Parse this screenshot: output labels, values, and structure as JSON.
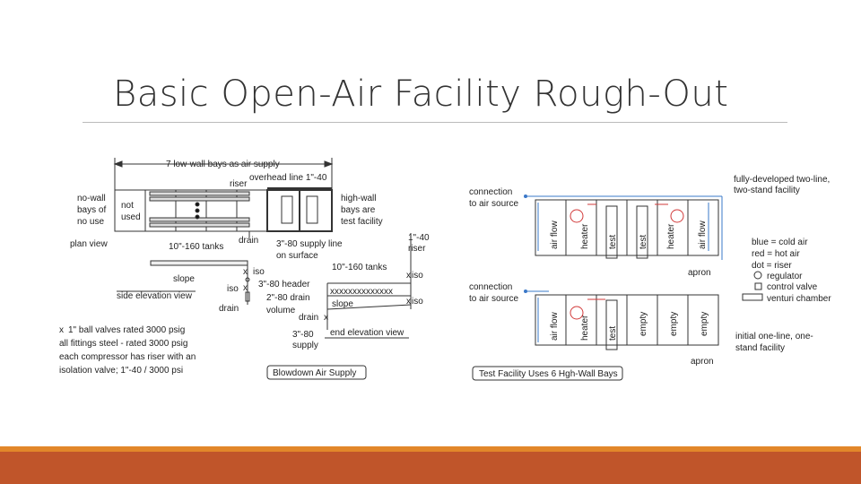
{
  "slide": {
    "title": "Basic Open-Air Facility Rough-Out"
  },
  "left_diagram": {
    "top_dimension": "7 low-wall bays as air supply",
    "riser": "riser",
    "overhead_line": "overhead line 1\"-40",
    "no_wall_1": "no-wall",
    "no_wall_2": "bays of",
    "no_wall_3": "no use",
    "not_used_1": "not",
    "not_used_2": "used",
    "high_wall_1": "high-wall",
    "high_wall_2": "bays are",
    "high_wall_3": "test facility",
    "plan_view": "plan view",
    "tanks_label": "10\"-160 tanks",
    "drain_top": "drain",
    "supply_line_1": "3\"-80 supply line",
    "supply_line_2": "on surface",
    "riser_right_1": "1\"-40",
    "riser_right_2": "riser",
    "tanks_label_2": "10\"-160 tanks",
    "iso_a": "iso",
    "iso_b": "iso",
    "iso_c": "iso",
    "iso_d": "iso",
    "slope_1": "slope",
    "slope_2": "slope",
    "side_elevation": "side elevation view",
    "header": "3\"-80 header",
    "drain_vol_1": "2\"-80 drain",
    "drain_vol_2": "volume",
    "drain_mid": "drain",
    "drain_low": "drain",
    "supply_bottom_1": "3\"-80",
    "supply_bottom_2": "supply",
    "end_elevation": "end elevation view",
    "note_1": "1\" ball valves rated 3000 psig",
    "note_2": "all fittings steel - rated 3000 psig",
    "note_3": "each compressor has riser with an",
    "note_4": "isolation valve; 1\"-40 / 3000 psi",
    "caption": "Blowdown Air Supply"
  },
  "right_diagram": {
    "connection_top_1": "connection",
    "connection_top_2": "to air source",
    "connection_bottom_1": "connection",
    "connection_bottom_2": "to air source",
    "fully_developed_1": "fully-developed two-line,",
    "fully_developed_2": "two-stand facility",
    "top_bays": [
      "air flow",
      "heater",
      "test",
      "test",
      "heater",
      "air flow"
    ],
    "bottom_bays": [
      "air flow",
      "heater",
      "test",
      "empty",
      "empty",
      "empty"
    ],
    "apron_top": "apron",
    "apron_bottom": "apron",
    "legend_blue": "blue = cold air",
    "legend_red": "red = hot air",
    "legend_dot": "dot = riser",
    "legend_regulator": "regulator",
    "legend_control_valve": "control valve",
    "legend_venturi": "venturi chamber",
    "initial_1": "initial one-line, one-",
    "initial_2": "stand facility",
    "caption": "Test Facility Uses 6 Hgh-Wall Bays"
  },
  "colors": {
    "cold_air": "#3a78c8",
    "hot_air": "#d23a3a",
    "footer_orange": "#e2872a",
    "footer_rust": "#c0552a"
  }
}
